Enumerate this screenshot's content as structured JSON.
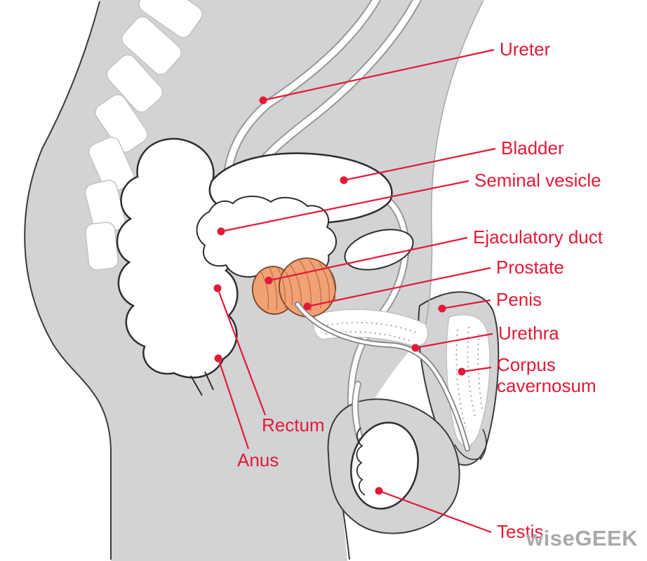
{
  "labels": {
    "ureter": "Ureter",
    "bladder": "Bladder",
    "seminal_vesicle": "Seminal vesicle",
    "ejaculatory_duct": "Ejaculatory duct",
    "prostate": "Prostate",
    "penis": "Penis",
    "urethra": "Urethra",
    "corpus_cavernosum": "Corpus cavernosum",
    "rectum": "Rectum",
    "anus": "Anus",
    "testis": "Testis"
  },
  "watermark": "wiseGEEK",
  "colors": {
    "label_text": "#e41937",
    "leader_line": "#e41937",
    "body_fill": "#d2d3d5",
    "organ_fill": "#ffffff",
    "outline": "#2e2e30",
    "prostate_fill": "#f0a175",
    "watermark_text": "#a9a9ab"
  }
}
